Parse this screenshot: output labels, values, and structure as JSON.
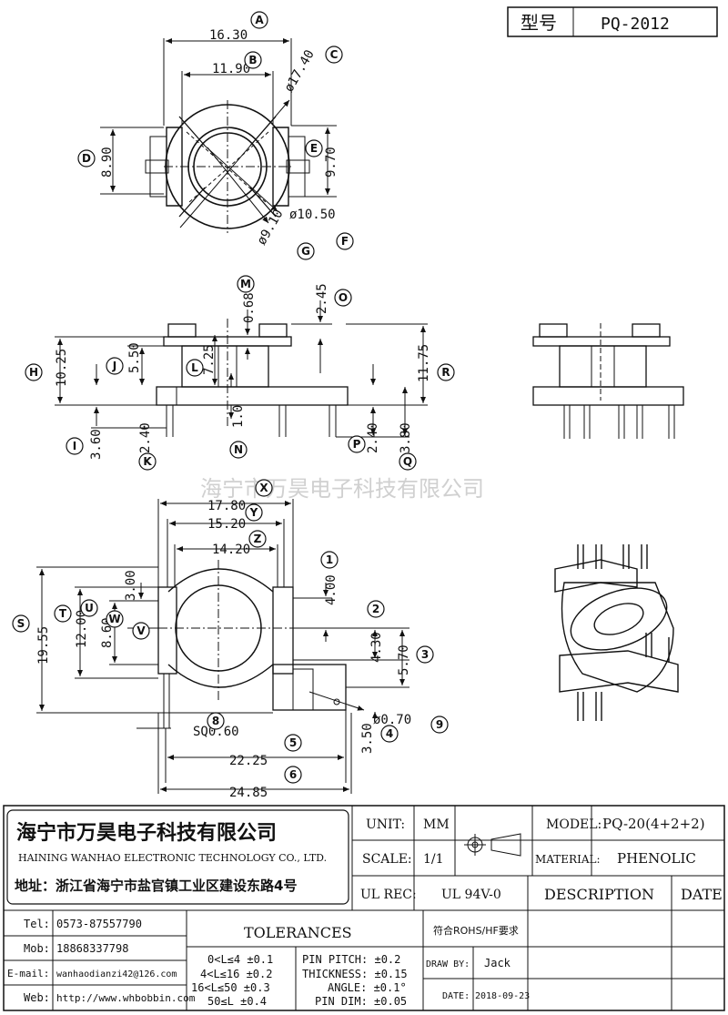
{
  "header": {
    "type_label": "型号",
    "type_value": "PQ-2012"
  },
  "watermark": "海宁市万昊电子科技有限公司",
  "top_view": {
    "dims": [
      "16.30",
      "11.90",
      "ø17.40",
      "8.90",
      "9.70",
      "ø10.50",
      "ø9.10"
    ],
    "markers": [
      "A",
      "B",
      "C",
      "D",
      "E",
      "F",
      "G"
    ]
  },
  "side_view": {
    "dims": [
      "2.45",
      "0.68",
      "10.25",
      "5.50",
      "7.25",
      "11.75",
      "2.40",
      "3.60",
      "1.0",
      "2.40",
      "3.80"
    ],
    "markers": [
      "M",
      "O",
      "H",
      "J",
      "L",
      "R",
      "I",
      "K",
      "N",
      "P",
      "Q"
    ]
  },
  "bottom_view": {
    "dims": [
      "17.80",
      "15.20",
      "14.20",
      "4.00",
      "3.00",
      "19.55",
      "12.00",
      "8.60",
      "4.30",
      "5.70",
      "ø0.70",
      "SQ0.60",
      "3.50",
      "22.25",
      "24.85"
    ],
    "markers": [
      "X",
      "Y",
      "Z",
      "1",
      "S",
      "T",
      "U",
      "W",
      "V",
      "2",
      "3",
      "4",
      "9",
      "8",
      "5",
      "6"
    ]
  },
  "title_block": {
    "company_cn": "海宁市万昊电子科技有限公司",
    "company_en": "HAINING WANHAO ELECTRONIC TECHNOLOGY CO., LTD.",
    "address": "地址：浙江省海宁市盐官镇工业区建设东路4号",
    "unit_label": "UNIT:",
    "unit_value": "MM",
    "scale_label": "SCALE:",
    "scale_value": "1/1",
    "ulrec_label": "UL REC:",
    "ulrec_value": "UL 94V-0",
    "model_label": "MODEL:",
    "model_value": "PQ-20(4+2+2)",
    "material_label": "MATERIAL:",
    "material_value": "PHENOLIC",
    "description_label": "DESCRIPTION",
    "date_label": "DATE",
    "tel_label": "Tel:",
    "tel_value": "0573-87557790",
    "mob_label": "Mob:",
    "mob_value": "18868337798",
    "email_label": "E-mail:",
    "email_value": "wanhaodianzi42@126.com",
    "web_label": "Web:",
    "web_value": "http://www.whbobbin.com",
    "tolerances_title": "TOLERANCES",
    "tolerances": [
      "0<L≤4  ±0.1",
      "4<L≤16  ±0.2",
      "16<L≤50  ±0.3",
      "50≤L  ±0.4"
    ],
    "pin_pitch": "PIN PITCH: ±0.2",
    "thickness": "THICKNESS: ±0.15",
    "angle": "ANGLE: ±0.1°",
    "pin_dim": "PIN DIM: ±0.05",
    "rohs": "符合ROHS/HF要求",
    "draw_by_label": "DRAW BY:",
    "draw_by_value": "Jack",
    "date_label2": "DATE:",
    "date_value": "2018-09-23"
  }
}
